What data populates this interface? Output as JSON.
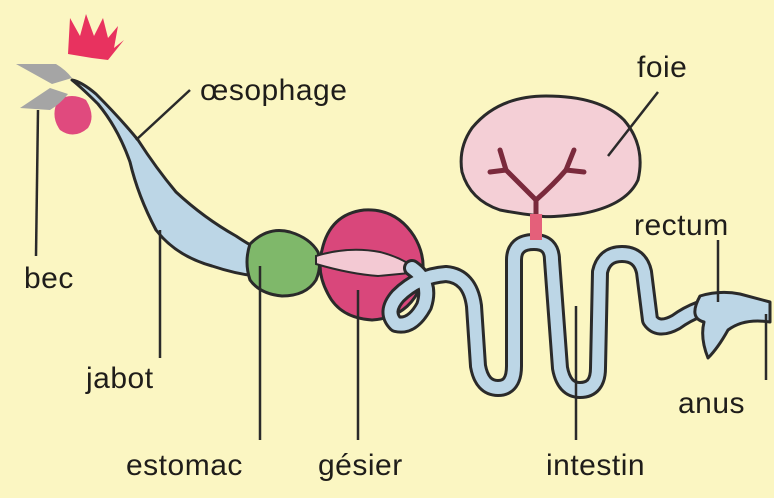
{
  "labels": {
    "oesophage": "œsophage",
    "foie": "foie",
    "rectum": "rectum",
    "bec": "bec",
    "jabot": "jabot",
    "anus": "anus",
    "estomac": "estomac",
    "gesier": "gésier",
    "intestin": "intestin"
  },
  "colors": {
    "background": "#fbf6c2",
    "tube": "#bcd6e6",
    "outline": "#2a2a2a",
    "stomach": "#7fb86a",
    "gizzard": "#d9477b",
    "gizzard_inner": "#f3c9d3",
    "liver": "#f4cfd6",
    "beak": "#a5a5a5",
    "comb": "#e8325f",
    "wattle": "#e04a7e",
    "bile_duct": "#7a2a3c"
  }
}
